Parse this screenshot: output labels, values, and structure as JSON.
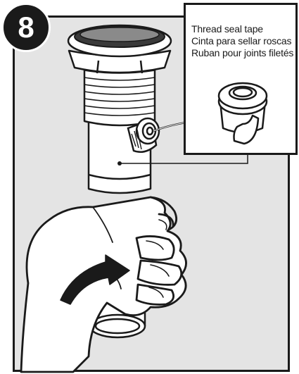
{
  "step": {
    "number": "8"
  },
  "callout": {
    "label_en": "Thread seal tape",
    "label_es": "Cinta para sellar roscas",
    "label_fr": "Ruban pour joints filetés",
    "icon": "thread-seal-tape-roll-icon"
  },
  "illustration": {
    "subject": "drain-pipe-with-hand",
    "arrow_icon": "curved-rotate-arrow-icon"
  },
  "colors": {
    "ink": "#1a1a1a",
    "panel": "#e4e4e4",
    "paper": "#ffffff"
  }
}
